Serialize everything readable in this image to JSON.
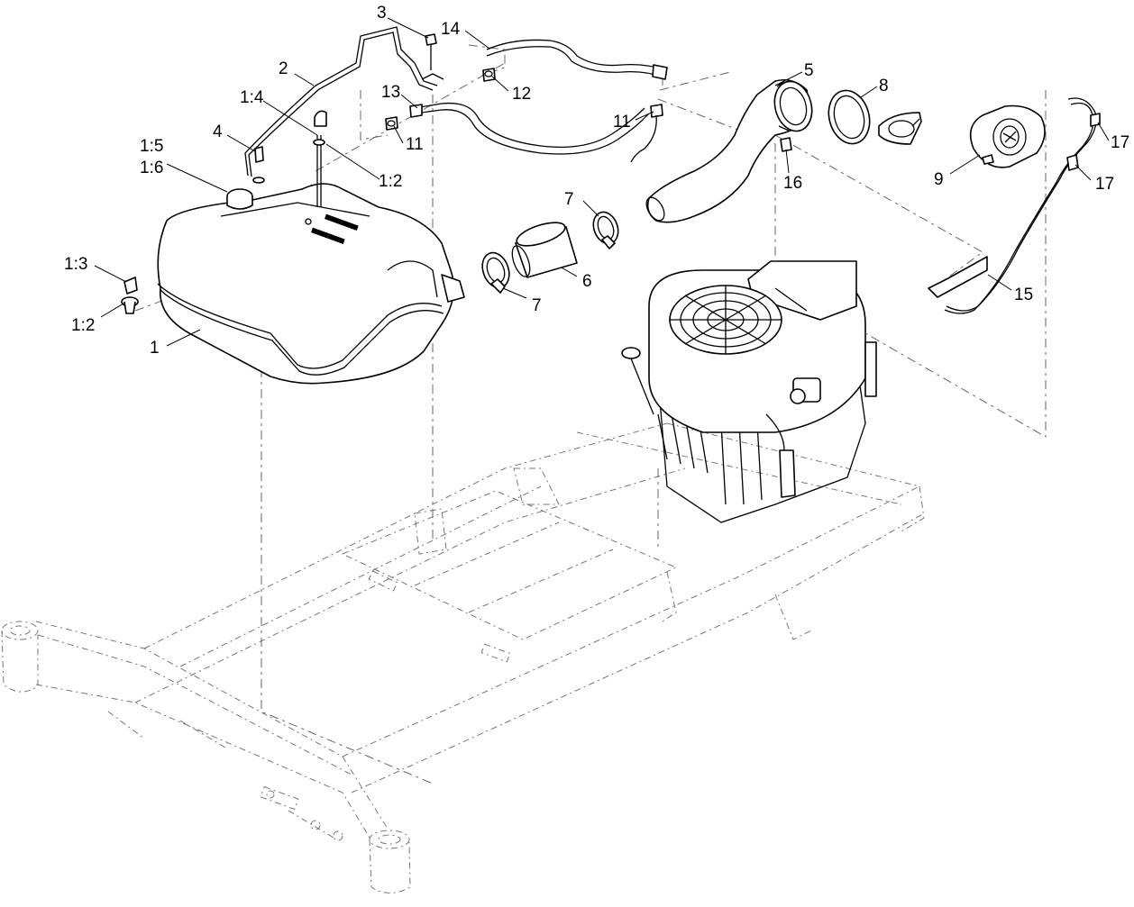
{
  "labels": {
    "c1": "1",
    "c2": "2",
    "c3": "3",
    "c4": "4",
    "c5": "5",
    "c6": "6",
    "c7a": "7",
    "c7b": "7",
    "c8": "8",
    "c9": "9",
    "c11a": "11",
    "c11b": "11",
    "c12": "12",
    "c13": "13",
    "c14": "14",
    "c15": "15",
    "c16": "16",
    "c17a": "17",
    "c17b": "17",
    "s12a": "1:2",
    "s12b": "1:2",
    "s13": "1:3",
    "s14": "1:4",
    "s15": "1:5",
    "s16": "1:6"
  }
}
